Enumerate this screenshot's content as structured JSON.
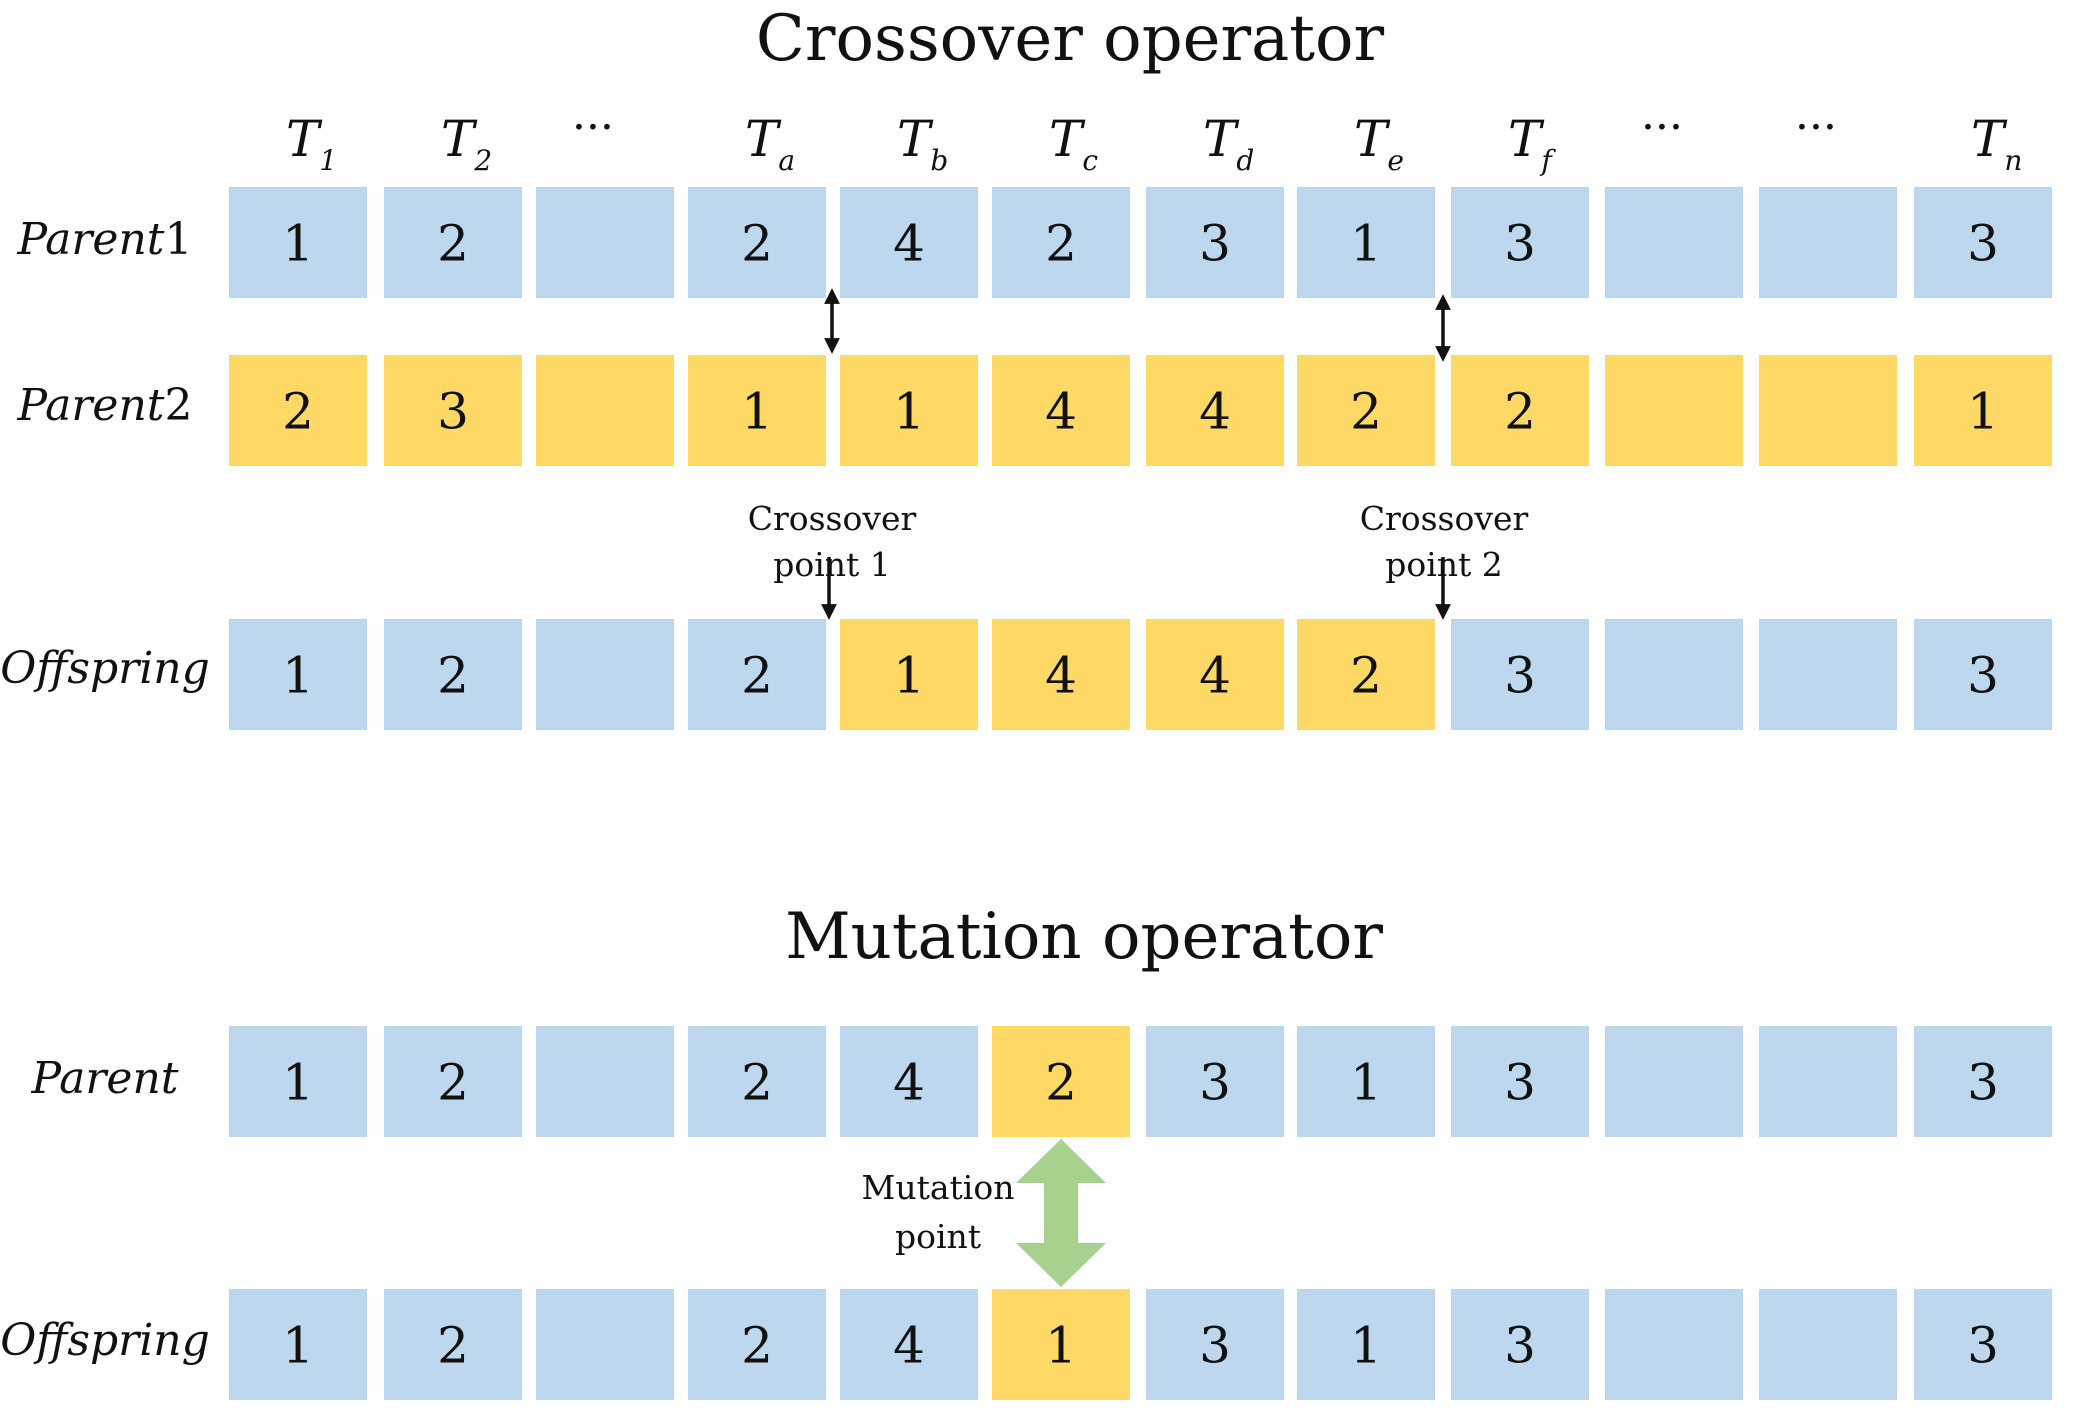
{
  "colors": {
    "blue_cell": "#bdd7ee",
    "yellow_cell": "#ffd966",
    "green_arrow": "#a9d18e",
    "text": "#111111"
  },
  "crossover": {
    "title": "Crossover operator",
    "headers": [
      {
        "main": "T",
        "sub": "1"
      },
      {
        "main": "T",
        "sub": "2"
      },
      {
        "main": "···",
        "sub": ""
      },
      {
        "main": "T",
        "sub": "a"
      },
      {
        "main": "T",
        "sub": "b"
      },
      {
        "main": "T",
        "sub": "c"
      },
      {
        "main": "T",
        "sub": "d"
      },
      {
        "main": "T",
        "sub": "e"
      },
      {
        "main": "T",
        "sub": "f"
      },
      {
        "main": "···",
        "sub": ""
      },
      {
        "main": "···",
        "sub": ""
      },
      {
        "main": "T",
        "sub": "n"
      }
    ],
    "rows": [
      {
        "label_main": "Parent",
        "label_num": "1",
        "values": [
          "1",
          "2",
          "",
          "2",
          "4",
          "2",
          "3",
          "1",
          "3",
          "",
          "",
          "3"
        ],
        "colors": [
          "b",
          "b",
          "b",
          "b",
          "b",
          "b",
          "b",
          "b",
          "b",
          "b",
          "b",
          "b"
        ]
      },
      {
        "label_main": "Parent",
        "label_num": "2",
        "values": [
          "2",
          "3",
          "",
          "1",
          "1",
          "4",
          "4",
          "2",
          "2",
          "",
          "",
          "1"
        ],
        "colors": [
          "y",
          "y",
          "y",
          "y",
          "y",
          "y",
          "y",
          "y",
          "y",
          "y",
          "y",
          "y"
        ]
      },
      {
        "label_main": "Offspring",
        "label_num": "",
        "values": [
          "1",
          "2",
          "",
          "2",
          "1",
          "4",
          "4",
          "2",
          "3",
          "",
          "",
          "3"
        ],
        "colors": [
          "b",
          "b",
          "b",
          "b",
          "y",
          "y",
          "y",
          "y",
          "b",
          "b",
          "b",
          "b"
        ]
      }
    ],
    "crossover_point_1": {
      "line1": "Crossover",
      "line2": "point 1"
    },
    "crossover_point_2": {
      "line1": "Crossover",
      "line2": "point 2"
    }
  },
  "mutation": {
    "title": "Mutation operator",
    "rows": [
      {
        "label_main": "Parent",
        "label_num": "",
        "values": [
          "1",
          "2",
          "",
          "2",
          "4",
          "2",
          "3",
          "1",
          "3",
          "",
          "",
          "3"
        ],
        "colors": [
          "b",
          "b",
          "b",
          "b",
          "b",
          "y",
          "b",
          "b",
          "b",
          "b",
          "b",
          "b"
        ]
      },
      {
        "label_main": "Offspring",
        "label_num": "",
        "values": [
          "1",
          "2",
          "",
          "2",
          "4",
          "1",
          "3",
          "1",
          "3",
          "",
          "",
          "3"
        ],
        "colors": [
          "b",
          "b",
          "b",
          "b",
          "b",
          "y",
          "b",
          "b",
          "b",
          "b",
          "b",
          "b"
        ]
      }
    ],
    "mutation_point": {
      "line1": "Mutation",
      "line2": "point"
    }
  }
}
